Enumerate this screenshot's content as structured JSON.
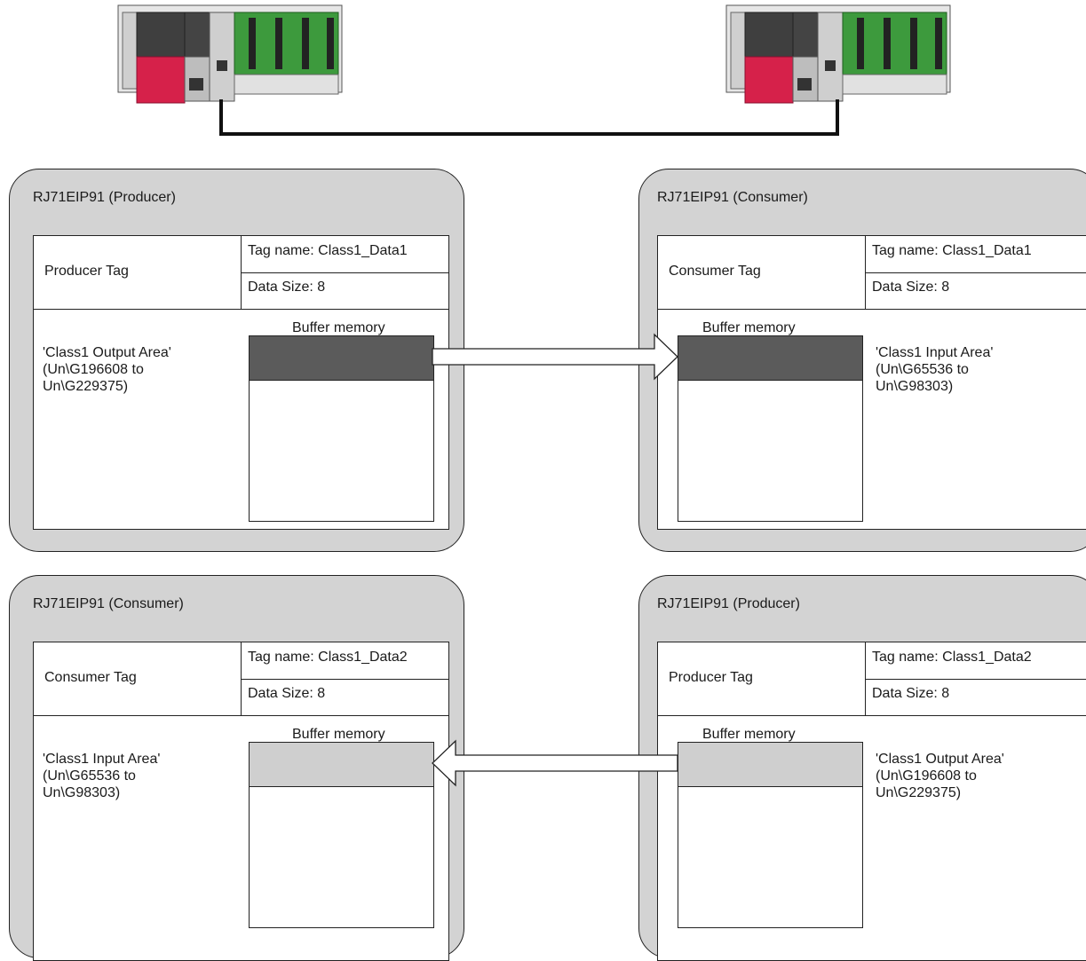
{
  "colors": {
    "panel_fill": "#d3d3d3",
    "buffer_active_dark": "#5b5b5b",
    "buffer_active_light": "#cfcfcf",
    "module_red": "#d6214a",
    "module_green": "#3d9a3d"
  },
  "hardware": {
    "left_unit_icon": "plc-rack-icon",
    "right_unit_icon": "plc-rack-icon",
    "link_icon": "ethernet-cable-icon"
  },
  "panels": {
    "top_left": {
      "title": "RJ71EIP91 (Producer)",
      "tag_label": "Producer Tag",
      "tag_name": "Tag name: Class1_Data1",
      "data_size": "Data Size: 8",
      "buffer_caption": "Buffer memory",
      "area": "'Class1 Output Area'\n(Un\\G196608 to\nUn\\G229375)"
    },
    "top_right": {
      "title": "RJ71EIP91 (Consumer)",
      "tag_label": "Consumer Tag",
      "tag_name": "Tag name: Class1_Data1",
      "data_size": "Data Size: 8",
      "buffer_caption": "Buffer memory",
      "area": "'Class1 Input Area'\n(Un\\G65536 to\nUn\\G98303)"
    },
    "bottom_left": {
      "title": "RJ71EIP91 (Consumer)",
      "tag_label": "Consumer Tag",
      "tag_name": "Tag name: Class1_Data2",
      "data_size": "Data Size: 8",
      "buffer_caption": "Buffer memory",
      "area": "'Class1 Input Area'\n(Un\\G65536 to\nUn\\G98303)"
    },
    "bottom_right": {
      "title": "RJ71EIP91 (Producer)",
      "tag_label": "Producer Tag",
      "tag_name": "Tag name: Class1_Data2",
      "data_size": "Data Size: 8",
      "buffer_caption": "Buffer memory",
      "area": "'Class1 Output Area'\n(Un\\G196608 to\nUn\\G229375)"
    }
  }
}
